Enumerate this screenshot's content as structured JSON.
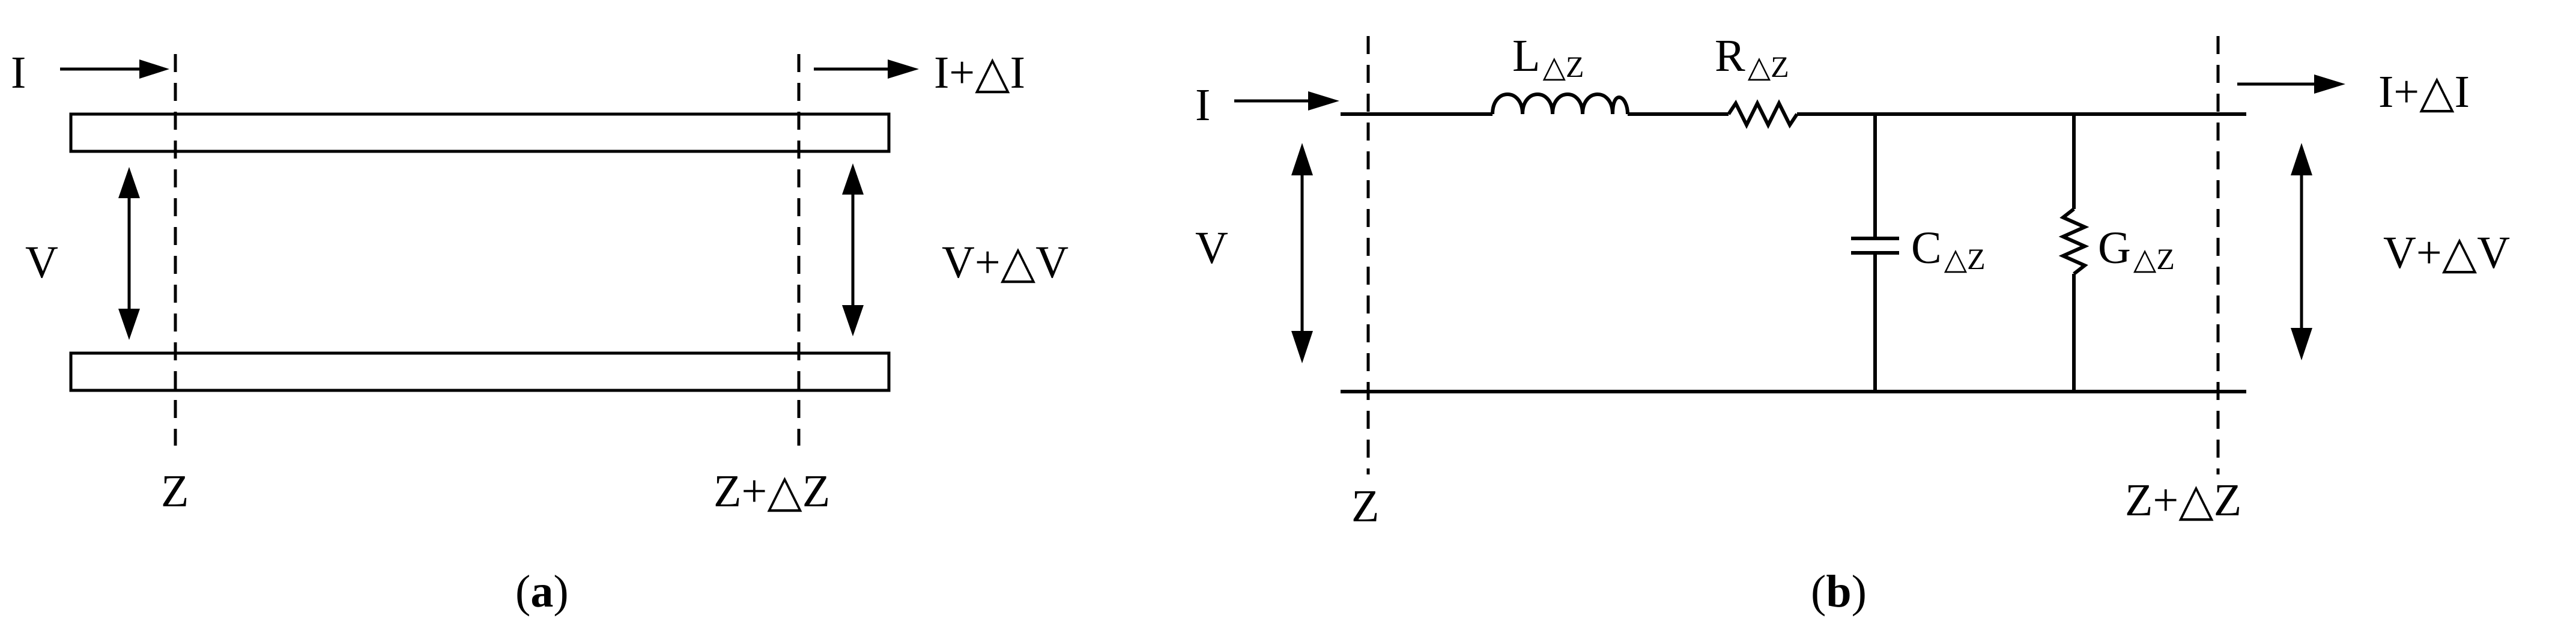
{
  "panel_a": {
    "caption_open": "(",
    "caption_letter": "a",
    "caption_close": ")",
    "current_in": "I",
    "current_out": "I+△I",
    "voltage_in": "V",
    "voltage_out": "V+△V",
    "pos_start": "Z",
    "pos_end": "Z+△Z"
  },
  "panel_b": {
    "caption_open": "(",
    "caption_letter": "b",
    "caption_close": ")",
    "current_in": "I",
    "current_out": "I+△I",
    "voltage_in": "V",
    "voltage_out": "V+△V",
    "pos_start": "Z",
    "pos_end": "Z+△Z",
    "inductor": {
      "symbol": "L",
      "sub": "△Z"
    },
    "resistor": {
      "symbol": "R",
      "sub": "△Z"
    },
    "capacitor": {
      "symbol": "C",
      "sub": "△Z"
    },
    "conductance": {
      "symbol": "G",
      "sub": "△Z"
    }
  }
}
